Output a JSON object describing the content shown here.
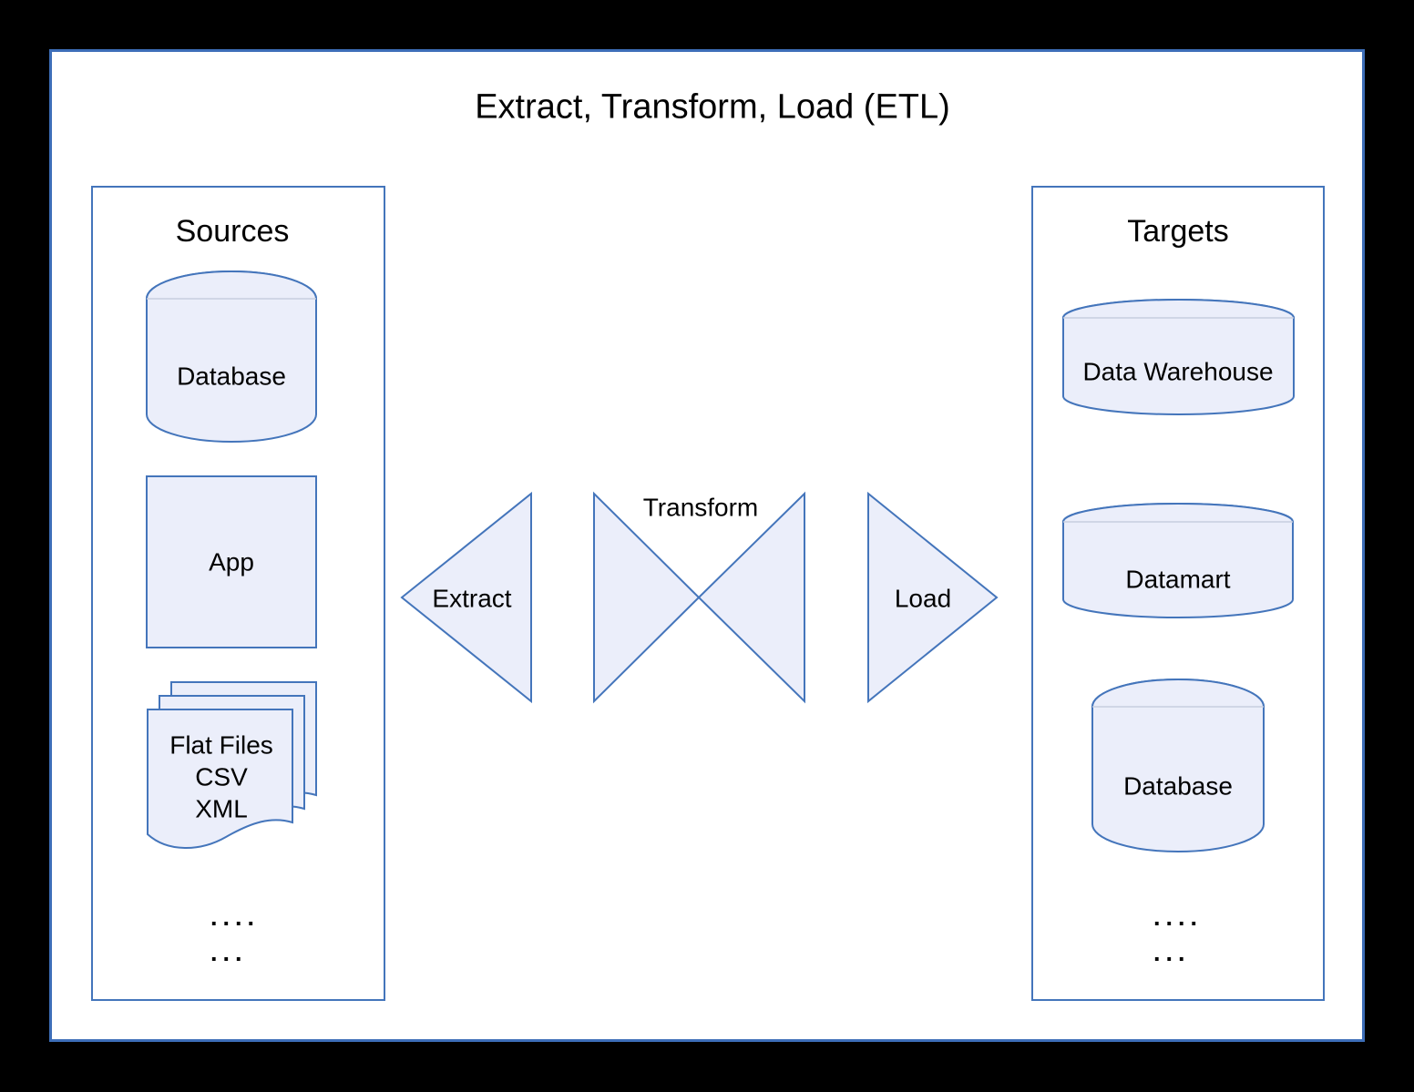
{
  "title": "Extract, Transform, Load (ETL)",
  "colors": {
    "canvas_bg": "#000000",
    "page_bg": "#ffffff",
    "page_border": "#3d6eb8",
    "shape_stroke": "#4475bb",
    "shape_fill": "#ebeefa",
    "shape_fill_top": "#f4f6fd",
    "text": "#000000"
  },
  "sources_panel": {
    "label": "Sources",
    "database_label": "Database",
    "app_label": "App",
    "flatfiles_lines": [
      "Flat Files",
      "CSV",
      "XML"
    ],
    "more_row1": "....",
    "more_row2": "..."
  },
  "targets_panel": {
    "label": "Targets",
    "data_warehouse_label": "Data Warehouse",
    "datamart_label": "Datamart",
    "database_label": "Database",
    "more_row1": "....",
    "more_row2": "..."
  },
  "flow": {
    "extract_label": "Extract",
    "transform_label": "Transform",
    "load_label": "Load"
  }
}
